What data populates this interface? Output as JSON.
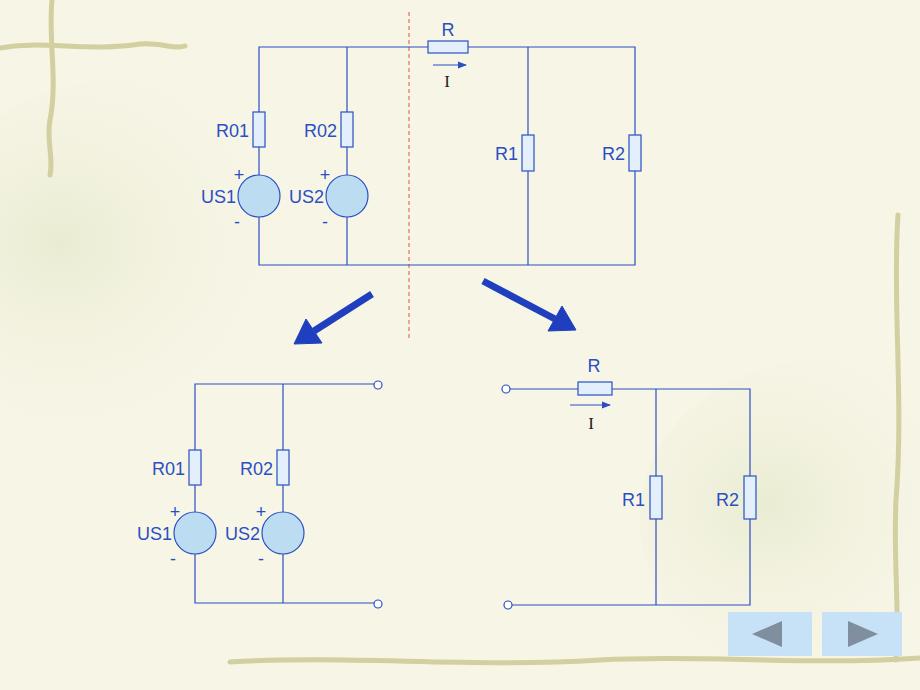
{
  "diagram": {
    "labels": [
      "R",
      "I",
      "R01",
      "R02",
      "R1",
      "R2",
      "+",
      "US1",
      "-",
      "+",
      "US2",
      "-",
      "R01",
      "R02",
      "+",
      "US1",
      "-",
      "+",
      "US2",
      "-",
      "R",
      "I",
      "R1",
      "R2"
    ]
  }
}
